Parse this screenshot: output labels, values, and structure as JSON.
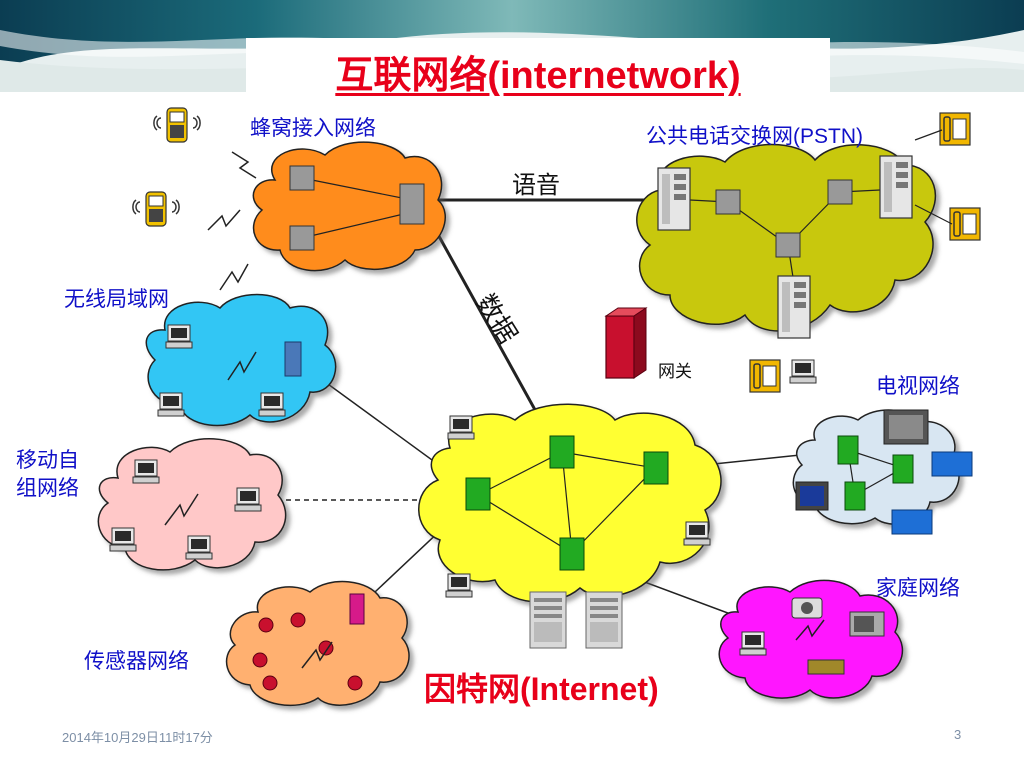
{
  "title": "互联网络(internetwork)",
  "labels": {
    "cellular": "蜂窝接入网络",
    "pstn": "公共电话交换网(PSTN)",
    "voice": "语音",
    "data": "数据",
    "gateway": "网关",
    "wlan": "无线局域网",
    "manet_line1": "移动自",
    "manet_line2": "组网络",
    "tv": "电视网络",
    "home": "家庭网络",
    "sensor": "传感器网络",
    "internet": "因特网(Internet)"
  },
  "footer": {
    "date": "2014年10月29日11时17分",
    "page": "3"
  },
  "colors": {
    "title": "#e8001a",
    "label": "#1010c8",
    "cellular_cloud": "#ff8c1a",
    "pstn_cloud": "#c8c80a",
    "wlan_cloud": "#33c6f4",
    "manet_cloud": "#ffc8c8",
    "internet_cloud": "#ffff33",
    "tv_cloud": "#d8e6f2",
    "home_cloud": "#ff19ff",
    "sensor_cloud": "#ffb070"
  }
}
